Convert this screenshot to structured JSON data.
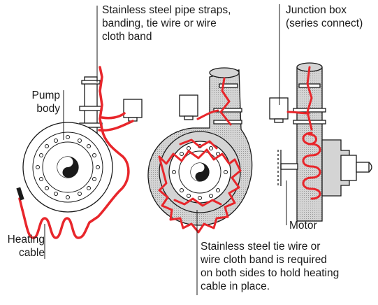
{
  "labels": {
    "straps": "Stainless steel pipe straps,\nbanding, tie wire or wire\ncloth band",
    "junction": "Junction box\n(series connect)",
    "pump_body": "Pump\nbody",
    "heating_cable": "Heating\ncable",
    "motor": "Motor",
    "tie_wire_note": "Stainless steel tie wire or\nwire cloth band is required\non both sides to hold heating\ncable in place."
  },
  "colors": {
    "cable": "#e8262b",
    "body_fill": "#c6c6c6",
    "line": "#1a1a1a"
  }
}
